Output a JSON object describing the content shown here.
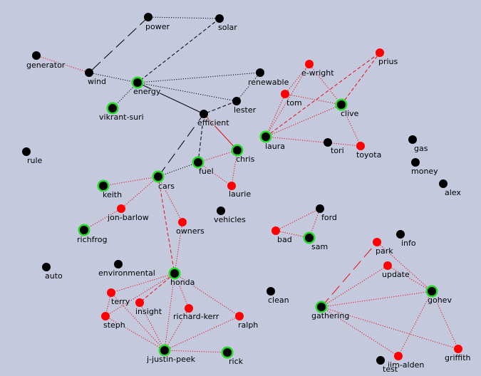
{
  "graph": {
    "colors": {
      "background": "#c5c9de",
      "node_black": "#000000",
      "node_red": "#ff0000",
      "highlight_ring": "#22dd22",
      "edge_black": "#000000",
      "edge_red": "#e01010"
    },
    "nodes": [
      {
        "id": "power",
        "label": "power",
        "color": "black",
        "highlight": false
      },
      {
        "id": "solar",
        "label": "solar",
        "color": "black",
        "highlight": false
      },
      {
        "id": "generator",
        "label": "generator",
        "color": "black",
        "highlight": false
      },
      {
        "id": "wind",
        "label": "wind",
        "color": "black",
        "highlight": false
      },
      {
        "id": "energy",
        "label": "energy",
        "color": "black",
        "highlight": true
      },
      {
        "id": "renewable",
        "label": "renewable",
        "color": "black",
        "highlight": false
      },
      {
        "id": "lester",
        "label": "lester",
        "color": "black",
        "highlight": false
      },
      {
        "id": "vikrant-suri",
        "label": "vikrant-suri",
        "color": "black",
        "highlight": true
      },
      {
        "id": "efficient",
        "label": "efficient",
        "color": "black",
        "highlight": false
      },
      {
        "id": "e-wright",
        "label": "e-wright",
        "color": "red",
        "highlight": false
      },
      {
        "id": "prius",
        "label": "prius",
        "color": "red",
        "highlight": false
      },
      {
        "id": "tom",
        "label": "tom",
        "color": "red",
        "highlight": false
      },
      {
        "id": "clive",
        "label": "clive",
        "color": "black",
        "highlight": true
      },
      {
        "id": "laura",
        "label": "laura",
        "color": "black",
        "highlight": true
      },
      {
        "id": "tori",
        "label": "tori",
        "color": "black",
        "highlight": false
      },
      {
        "id": "toyota",
        "label": "toyota",
        "color": "red",
        "highlight": false
      },
      {
        "id": "gas",
        "label": "gas",
        "color": "black",
        "highlight": false
      },
      {
        "id": "money",
        "label": "money",
        "color": "black",
        "highlight": false
      },
      {
        "id": "alex",
        "label": "alex",
        "color": "black",
        "highlight": false
      },
      {
        "id": "rule",
        "label": "rule",
        "color": "black",
        "highlight": false
      },
      {
        "id": "chris",
        "label": "chris",
        "color": "black",
        "highlight": true
      },
      {
        "id": "fuel",
        "label": "fuel",
        "color": "black",
        "highlight": true
      },
      {
        "id": "laurie",
        "label": "laurie",
        "color": "red",
        "highlight": false
      },
      {
        "id": "cars",
        "label": "cars",
        "color": "black",
        "highlight": true
      },
      {
        "id": "keith",
        "label": "keith",
        "color": "black",
        "highlight": true
      },
      {
        "id": "jon-barlow",
        "label": "jon-barlow",
        "color": "red",
        "highlight": false
      },
      {
        "id": "owners",
        "label": "owners",
        "color": "red",
        "highlight": false
      },
      {
        "id": "vehicles",
        "label": "vehicles",
        "color": "black",
        "highlight": false
      },
      {
        "id": "richfrog",
        "label": "richfrog",
        "color": "black",
        "highlight": true
      },
      {
        "id": "ford",
        "label": "ford",
        "color": "black",
        "highlight": false
      },
      {
        "id": "bad",
        "label": "bad",
        "color": "red",
        "highlight": false
      },
      {
        "id": "sam",
        "label": "sam",
        "color": "black",
        "highlight": true
      },
      {
        "id": "info",
        "label": "info",
        "color": "black",
        "highlight": false
      },
      {
        "id": "park",
        "label": "park",
        "color": "red",
        "highlight": false
      },
      {
        "id": "update",
        "label": "update",
        "color": "red",
        "highlight": false
      },
      {
        "id": "auto",
        "label": "auto",
        "color": "black",
        "highlight": false
      },
      {
        "id": "environmental",
        "label": "environmental",
        "color": "black",
        "highlight": false
      },
      {
        "id": "honda",
        "label": "honda",
        "color": "black",
        "highlight": true
      },
      {
        "id": "terry",
        "label": "terry",
        "color": "red",
        "highlight": false
      },
      {
        "id": "insight",
        "label": "insight",
        "color": "red",
        "highlight": false
      },
      {
        "id": "richard-kerr",
        "label": "richard-kerr",
        "color": "red",
        "highlight": false
      },
      {
        "id": "steph",
        "label": "steph",
        "color": "red",
        "highlight": false
      },
      {
        "id": "ralph",
        "label": "ralph",
        "color": "red",
        "highlight": false
      },
      {
        "id": "clean",
        "label": "clean",
        "color": "black",
        "highlight": false
      },
      {
        "id": "gohev",
        "label": "gohev",
        "color": "black",
        "highlight": true
      },
      {
        "id": "gathering",
        "label": "gathering",
        "color": "black",
        "highlight": true
      },
      {
        "id": "j-justin-peek",
        "label": "j-justin-peek",
        "color": "black",
        "highlight": true
      },
      {
        "id": "rick",
        "label": "rick",
        "color": "black",
        "highlight": true
      },
      {
        "id": "jim-alden",
        "label": "jim-alden",
        "color": "red",
        "highlight": false
      },
      {
        "id": "test",
        "label": "test",
        "color": "black",
        "highlight": false
      },
      {
        "id": "griffith",
        "label": "griffith",
        "color": "red",
        "highlight": false
      }
    ],
    "edges": [
      {
        "from": "power",
        "to": "solar",
        "color": "black",
        "style": "dotted"
      },
      {
        "from": "power",
        "to": "wind",
        "color": "black",
        "style": "longdash"
      },
      {
        "from": "solar",
        "to": "energy",
        "color": "black",
        "style": "dashed"
      },
      {
        "from": "generator",
        "to": "wind",
        "color": "red",
        "style": "dotted"
      },
      {
        "from": "wind",
        "to": "energy",
        "color": "black",
        "style": "dotted"
      },
      {
        "from": "energy",
        "to": "renewable",
        "color": "black",
        "style": "dotted"
      },
      {
        "from": "energy",
        "to": "lester",
        "color": "black",
        "style": "dotted"
      },
      {
        "from": "energy",
        "to": "efficient",
        "color": "black",
        "style": "solid"
      },
      {
        "from": "energy",
        "to": "vikrant-suri",
        "color": "black",
        "style": "dotted"
      },
      {
        "from": "renewable",
        "to": "lester",
        "color": "black",
        "style": "dotted"
      },
      {
        "from": "lester",
        "to": "efficient",
        "color": "black",
        "style": "dashed"
      },
      {
        "from": "efficient",
        "to": "cars",
        "color": "black",
        "style": "longdash"
      },
      {
        "from": "efficient",
        "to": "fuel",
        "color": "black",
        "style": "dashed"
      },
      {
        "from": "efficient",
        "to": "chris",
        "color": "red",
        "style": "solid"
      },
      {
        "from": "fuel",
        "to": "chris",
        "color": "red",
        "style": "dotted"
      },
      {
        "from": "fuel",
        "to": "cars",
        "color": "black",
        "style": "dotted"
      },
      {
        "from": "chris",
        "to": "laurie",
        "color": "red",
        "style": "dotted"
      },
      {
        "from": "fuel",
        "to": "laurie",
        "color": "red",
        "style": "dotted"
      },
      {
        "from": "keith",
        "to": "cars",
        "color": "red",
        "style": "dotted"
      },
      {
        "from": "cars",
        "to": "jon-barlow",
        "color": "red",
        "style": "dotted"
      },
      {
        "from": "jon-barlow",
        "to": "richfrog",
        "color": "red",
        "style": "dotted"
      },
      {
        "from": "cars",
        "to": "honda",
        "color": "red",
        "style": "dashed"
      },
      {
        "from": "cars",
        "to": "owners",
        "color": "red",
        "style": "dotted"
      },
      {
        "from": "owners",
        "to": "honda",
        "color": "red",
        "style": "dotted"
      },
      {
        "from": "honda",
        "to": "terry",
        "color": "red",
        "style": "dotted"
      },
      {
        "from": "honda",
        "to": "insight",
        "color": "red",
        "style": "dashed"
      },
      {
        "from": "honda",
        "to": "richard-kerr",
        "color": "red",
        "style": "dotted"
      },
      {
        "from": "honda",
        "to": "ralph",
        "color": "red",
        "style": "dotted"
      },
      {
        "from": "honda",
        "to": "steph",
        "color": "red",
        "style": "dotted"
      },
      {
        "from": "honda",
        "to": "j-justin-peek",
        "color": "red",
        "style": "dotted"
      },
      {
        "from": "terry",
        "to": "j-justin-peek",
        "color": "red",
        "style": "dotted"
      },
      {
        "from": "insight",
        "to": "j-justin-peek",
        "color": "red",
        "style": "dotted"
      },
      {
        "from": "richard-kerr",
        "to": "j-justin-peek",
        "color": "red",
        "style": "dotted"
      },
      {
        "from": "steph",
        "to": "j-justin-peek",
        "color": "red",
        "style": "dotted"
      },
      {
        "from": "ralph",
        "to": "j-justin-peek",
        "color": "red",
        "style": "dotted"
      },
      {
        "from": "rick",
        "to": "j-justin-peek",
        "color": "red",
        "style": "dotted"
      },
      {
        "from": "terry",
        "to": "steph",
        "color": "red",
        "style": "dotted"
      },
      {
        "from": "e-wright",
        "to": "clive",
        "color": "red",
        "style": "dotted"
      },
      {
        "from": "tom",
        "to": "clive",
        "color": "red",
        "style": "dotted"
      },
      {
        "from": "tom",
        "to": "e-wright",
        "color": "red",
        "style": "dotted"
      },
      {
        "from": "tom",
        "to": "laura",
        "color": "red",
        "style": "dotted"
      },
      {
        "from": "laura",
        "to": "prius",
        "color": "red",
        "style": "dashed"
      },
      {
        "from": "laura",
        "to": "clive",
        "color": "red",
        "style": "dotted"
      },
      {
        "from": "clive",
        "to": "prius",
        "color": "red",
        "style": "dashed"
      },
      {
        "from": "clive",
        "to": "toyota",
        "color": "red",
        "style": "dotted"
      },
      {
        "from": "laura",
        "to": "toyota",
        "color": "red",
        "style": "dotted"
      },
      {
        "from": "laura",
        "to": "e-wright",
        "color": "red",
        "style": "dotted"
      },
      {
        "from": "bad",
        "to": "ford",
        "color": "red",
        "style": "dotted"
      },
      {
        "from": "ford",
        "to": "sam",
        "color": "red",
        "style": "dotted"
      },
      {
        "from": "bad",
        "to": "sam",
        "color": "red",
        "style": "dotted"
      },
      {
        "from": "gathering",
        "to": "park",
        "color": "red",
        "style": "longdash"
      },
      {
        "from": "gathering",
        "to": "update",
        "color": "red",
        "style": "dotted"
      },
      {
        "from": "gathering",
        "to": "gohev",
        "color": "red",
        "style": "dotted"
      },
      {
        "from": "gathering",
        "to": "jim-alden",
        "color": "red",
        "style": "dotted"
      },
      {
        "from": "gathering",
        "to": "griffith",
        "color": "red",
        "style": "dotted"
      },
      {
        "from": "park",
        "to": "gohev",
        "color": "red",
        "style": "dotted"
      },
      {
        "from": "update",
        "to": "gohev",
        "color": "red",
        "style": "dotted"
      },
      {
        "from": "gohev",
        "to": "jim-alden",
        "color": "red",
        "style": "dotted"
      },
      {
        "from": "gohev",
        "to": "griffith",
        "color": "red",
        "style": "dotted"
      }
    ]
  }
}
